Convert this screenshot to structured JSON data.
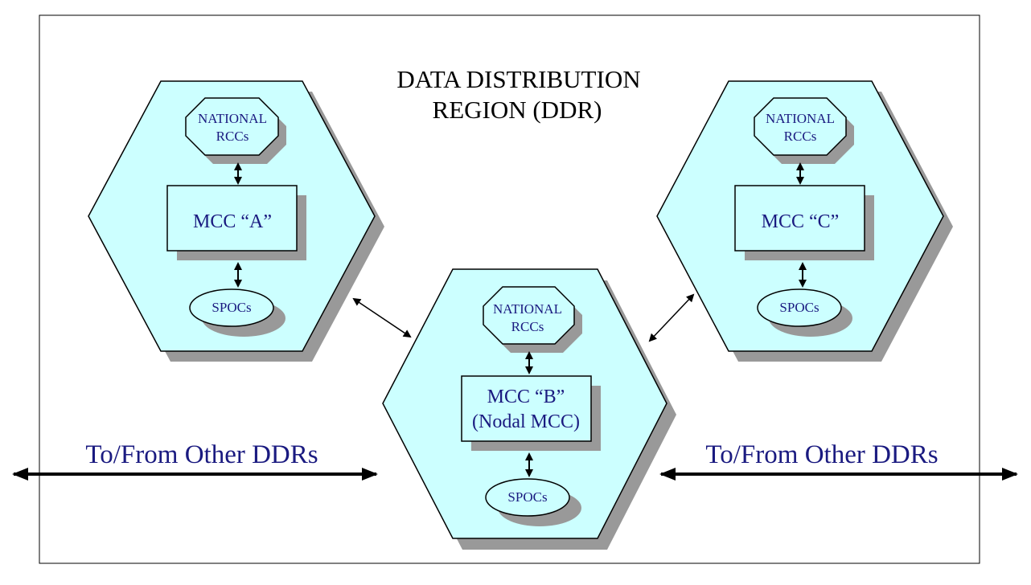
{
  "title": {
    "line1": "DATA DISTRIBUTION",
    "line2": "REGION (DDR)"
  },
  "nodes": {
    "a": {
      "rcc_line1": "NATIONAL",
      "rcc_line2": "RCCs",
      "mcc_line1": "MCC “A”",
      "spoc": "SPOCs"
    },
    "b": {
      "rcc_line1": "NATIONAL",
      "rcc_line2": "RCCs",
      "mcc_line1": "MCC “B”",
      "mcc_line2": "(Nodal MCC)",
      "spoc": "SPOCs"
    },
    "c": {
      "rcc_line1": "NATIONAL",
      "rcc_line2": "RCCs",
      "mcc_line1": "MCC “C”",
      "spoc": "SPOCs"
    }
  },
  "external": {
    "left_label": "To/From Other DDRs",
    "right_label": "To/From Other DDRs"
  },
  "colors": {
    "fill": "#ccffff",
    "shadow": "#999999",
    "text": "#1a1a80",
    "border": "#000000"
  }
}
